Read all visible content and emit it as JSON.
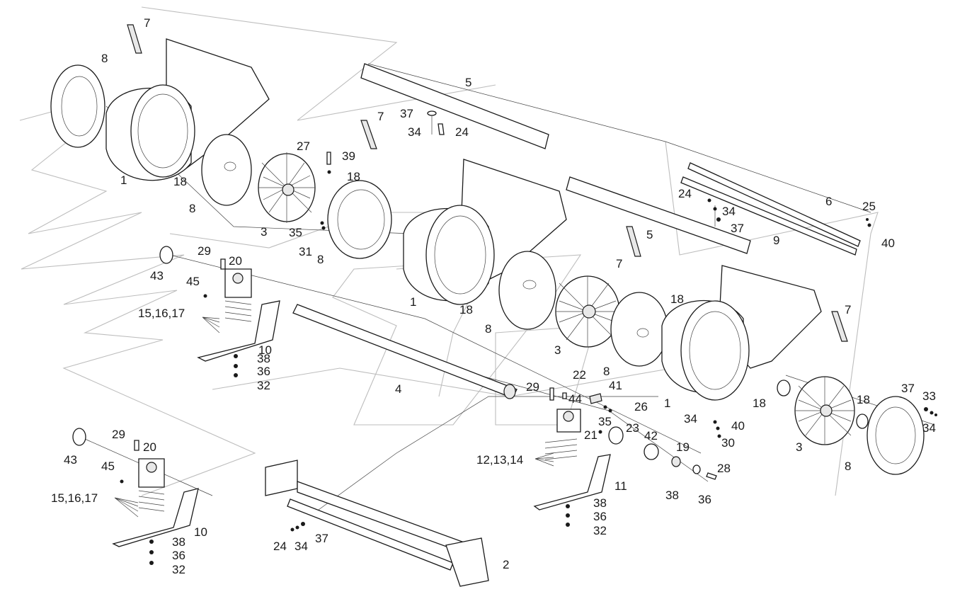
{
  "labels": [
    "7",
    "8",
    "1",
    "18",
    "8",
    "27",
    "39",
    "18",
    "3",
    "35",
    "31",
    "8",
    "5",
    "37",
    "34",
    "24",
    "7",
    "43",
    "29",
    "20",
    "45",
    "15,16,17",
    "10",
    "38",
    "36",
    "32",
    "4",
    "1",
    "18",
    "8",
    "5",
    "7",
    "3",
    "18",
    "8",
    "24",
    "34",
    "37",
    "9",
    "6",
    "25",
    "40",
    "7",
    "22",
    "41",
    "29",
    "44",
    "26",
    "35",
    "21",
    "23",
    "42",
    "19",
    "28",
    "38",
    "36",
    "12,13,14",
    "11",
    "38",
    "36",
    "32",
    "1",
    "34",
    "40",
    "30",
    "18",
    "18",
    "37",
    "33",
    "34",
    "3",
    "8",
    "43",
    "29",
    "20",
    "45",
    "15,16,17",
    "10",
    "38",
    "36",
    "32",
    "24",
    "34",
    "37",
    "2"
  ]
}
